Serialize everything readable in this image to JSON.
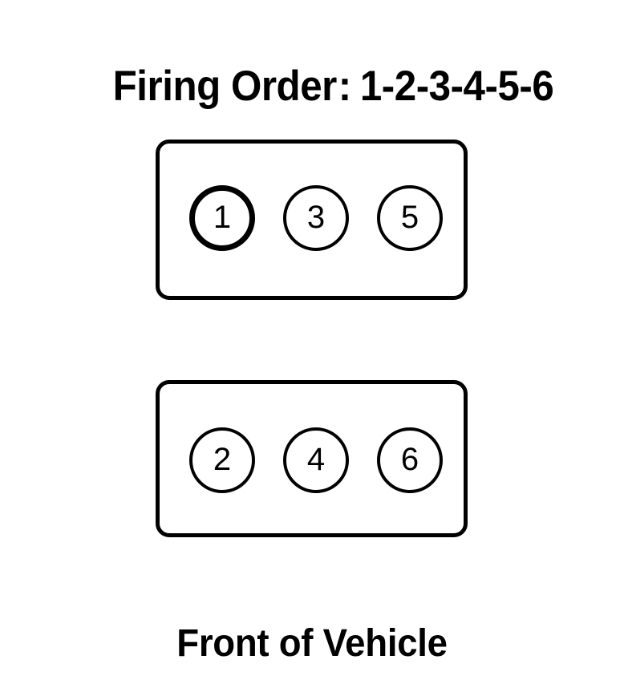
{
  "title": {
    "label": "Firing Order",
    "separator": ":",
    "sequence": "1-2-3-4-5-6"
  },
  "footer": {
    "caption": "Front of Vehicle"
  },
  "colors": {
    "background": "#ffffff",
    "stroke": "#000000",
    "text": "#000000"
  },
  "engine": {
    "firing_order": [
      1,
      2,
      3,
      4,
      5,
      6
    ],
    "cylinder_count": 6,
    "highlighted_cylinder": "1",
    "banks": [
      {
        "name": "rear-bank",
        "cylinders": [
          {
            "number": "1",
            "highlighted": true
          },
          {
            "number": "3",
            "highlighted": false
          },
          {
            "number": "5",
            "highlighted": false
          }
        ]
      },
      {
        "name": "front-bank",
        "cylinders": [
          {
            "number": "2",
            "highlighted": false
          },
          {
            "number": "4",
            "highlighted": false
          },
          {
            "number": "6",
            "highlighted": false
          }
        ]
      }
    ]
  }
}
